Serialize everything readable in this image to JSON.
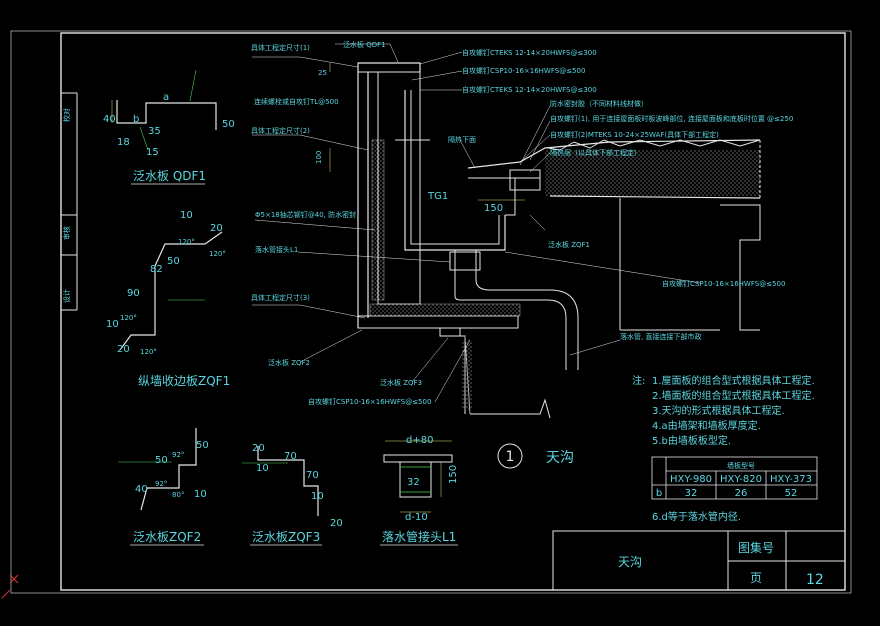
{
  "colors": {
    "background": "#000000",
    "frame": "#e6e6e6",
    "text": "#5ad6e0",
    "dim": "#e8e46a",
    "insulation": "#a8a8a8",
    "marker": "#e23a3a"
  },
  "left_margin": {
    "tab1": "校对",
    "tab2": "审核",
    "tab3": "设计"
  },
  "main_detail": {
    "top_label": "泛水板 QDF1",
    "tg1": "TG1",
    "dim_25": "25",
    "dim_100": "100",
    "dim_150": "150",
    "left_labels": [
      "具体工程定尺寸(1)",
      "连续螺栓或自攻钉TL@500",
      "具体工程定尺寸(2)",
      "Φ5×18抽芯铆钉@40, 防水密封",
      "落水管接头L1",
      "具体工程定尺寸(3)",
      "泛水板 ZQF2",
      "泛水板 ZQF3",
      "自攻螺钉CSP10-16×16HWFS@≤500"
    ],
    "right_labels": [
      "自攻螺钉CTEKS 12-14×20HWFS@≤300",
      "自攻螺钉CSP10-16×16HWFS@≤500",
      "自攻螺钉CTEKS 12-14×20HWFS@≤300",
      "防水密封胶（不同材料线材做）",
      "自攻螺钉(1), 用于连接屋面板时板波峰部位, 连接屋面板和底板时位置 @≤250",
      "自攻螺钉(2)MTEKS 10-24×25WAF(具体下部工程定)",
      "隔热层（以具体下部工程定）",
      "泛水板 ZQF1",
      "自攻螺钉CSP10-16×16HWFS@≤500",
      "落水管, 直接连接下部市政",
      "隔热下面"
    ]
  },
  "flashings": {
    "qdf1": {
      "label": "泛水板 QDF1",
      "dims": [
        "a",
        "40",
        "b",
        "35",
        "18",
        "15",
        "50"
      ]
    },
    "zqf1": {
      "label": "纵墙收边板ZQF1",
      "dims": [
        "10",
        "20",
        "120°",
        "120°",
        "50",
        "82",
        "90",
        "10",
        "120°",
        "20",
        "120°"
      ]
    },
    "zqf2": {
      "label": "泛水板ZQF2",
      "dims": [
        "50",
        "92°",
        "50",
        "40",
        "92°",
        "80°",
        "10"
      ]
    },
    "zqf3": {
      "label": "泛水板ZQF3",
      "dims": [
        "20",
        "70",
        "10",
        "70",
        "10",
        "20"
      ]
    },
    "l1": {
      "label": "落水管接头L1",
      "dims": [
        "d+80",
        "32",
        "150",
        "d-10"
      ]
    }
  },
  "callout": {
    "number": "1",
    "title": "天沟"
  },
  "notes": {
    "header": "注:",
    "items": [
      "1.屋面板的组合型式根据具体工程定.",
      "2.墙面板的组合型式根据具体工程定.",
      "3.天沟的形式根据具体工程定.",
      "4.a由墙架和墙板厚度定.",
      "5.b由墙板板型定."
    ],
    "table": {
      "title": "墙板型号",
      "columns": [
        "HXY-980",
        "HXY-820",
        "HXY-373"
      ],
      "row_label": "b",
      "values": [
        "32",
        "26",
        "52"
      ]
    },
    "item6": "6.d等于落水管内径."
  },
  "title_block": {
    "drawing_name": "天沟",
    "atlas_label": "图集号",
    "page_label": "页",
    "page_number": "12"
  }
}
